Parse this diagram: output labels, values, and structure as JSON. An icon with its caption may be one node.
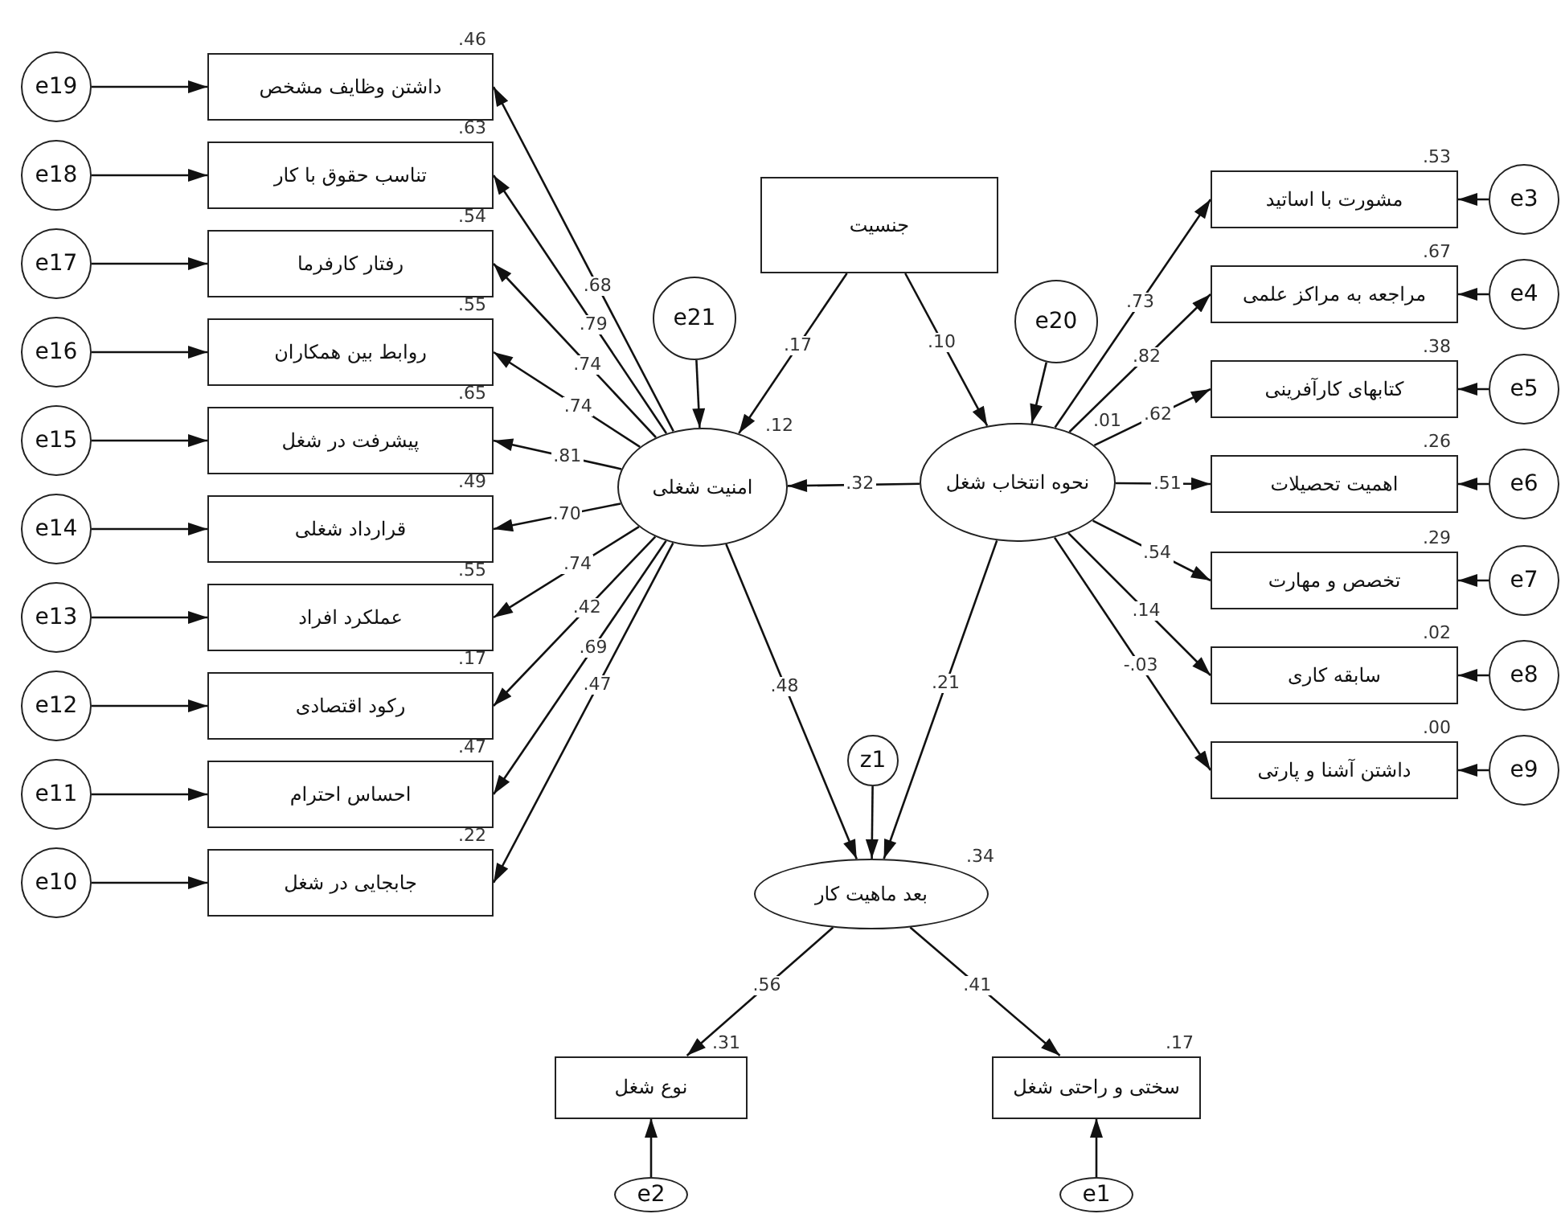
{
  "diagram": {
    "nodes": [
      {
        "text": [
          "داشتن وظایف مشخص"
        ],
        "beside": [
          ".46"
        ]
      },
      {
        "text": [
          "تناسب حقوق با کار"
        ],
        "beside": [
          ".63"
        ]
      },
      {
        "text": [
          "رفتار کارفرما"
        ],
        "beside": [
          ".54"
        ]
      },
      {
        "text": [
          "روابط بین همکاران"
        ],
        "beside": [
          ".55"
        ]
      },
      {
        "text": [
          "پیشرفت در شغل"
        ],
        "beside": [
          ".65"
        ]
      },
      {
        "text": [
          "قرارداد شغلی"
        ],
        "beside": [
          ".49"
        ]
      },
      {
        "text": [
          "عملکرد افراد"
        ],
        "beside": [
          ".55"
        ]
      },
      {
        "text": [
          "رکود اقتصادی"
        ],
        "beside": [
          ".17"
        ]
      },
      {
        "text": [
          "احساس احترام"
        ],
        "beside": [
          ".47"
        ]
      },
      {
        "text": [
          "جابجایی در شغل"
        ],
        "beside": [
          ".22"
        ]
      },
      {
        "text": [
          "e19"
        ]
      },
      {
        "text": [
          "e18"
        ]
      },
      {
        "text": [
          "e17"
        ]
      },
      {
        "text": [
          "e16"
        ]
      },
      {
        "text": [
          "e15"
        ]
      },
      {
        "text": [
          "e14"
        ]
      },
      {
        "text": [
          "e13"
        ]
      },
      {
        "text": [
          "e12"
        ]
      },
      {
        "text": [
          "e11"
        ]
      },
      {
        "text": [
          "e10"
        ]
      },
      {
        "text": [
          "جنسیت"
        ]
      },
      {
        "text": [
          "e21"
        ]
      },
      {
        "text": [
          "امنیت شغلی"
        ],
        "beside": [
          ".12"
        ]
      },
      {
        "text": [
          "e20"
        ]
      },
      {
        "text": [
          "نحوه انتخاب شغل"
        ],
        "beside": [
          ".01"
        ]
      },
      {
        "text": [
          "مشورت با اساتید"
        ],
        "beside": [
          ".53"
        ]
      },
      {
        "text": [
          "مراجعه به مراکز علمی"
        ],
        "beside": [
          ".67"
        ]
      },
      {
        "text": [
          "کتابهای کارآفرینی"
        ],
        "beside": [
          ".38"
        ]
      },
      {
        "text": [
          "اهمیت تحصیلات"
        ],
        "beside": [
          ".26"
        ]
      },
      {
        "text": [
          "تخصص و مهارت"
        ],
        "beside": [
          ".29"
        ]
      },
      {
        "text": [
          "سابقه کاری"
        ],
        "beside": [
          ".02"
        ]
      },
      {
        "text": [
          "داشتن آشنا و پارتی"
        ],
        "beside": [
          ".00"
        ]
      },
      {
        "text": [
          "e3"
        ]
      },
      {
        "text": [
          "e4"
        ]
      },
      {
        "text": [
          "e5"
        ]
      },
      {
        "text": [
          "e6"
        ]
      },
      {
        "text": [
          "e7"
        ]
      },
      {
        "text": [
          "e8"
        ]
      },
      {
        "text": [
          "e9"
        ]
      },
      {
        "text": [
          "z1"
        ]
      },
      {
        "text": [
          "بعد ماهیت کار"
        ],
        "beside": [
          ".34"
        ]
      },
      {
        "text": [
          "نوع شغل"
        ],
        "beside": [
          ".31"
        ]
      },
      {
        "text": [
          "سختی و راحتی شغل"
        ],
        "beside": [
          ".17"
        ]
      },
      {
        "text": [
          "e2"
        ]
      },
      {
        "text": [
          "e1"
        ]
      }
    ],
    "edges": [
      {
        "from": 10,
        "to": 0,
        "arrow": "to"
      },
      {
        "from": 11,
        "to": 1,
        "arrow": "to"
      },
      {
        "from": 12,
        "to": 2,
        "arrow": "to"
      },
      {
        "from": 13,
        "to": 3,
        "arrow": "to"
      },
      {
        "from": 14,
        "to": 4,
        "arrow": "to"
      },
      {
        "from": 15,
        "to": 5,
        "arrow": "to"
      },
      {
        "from": 16,
        "to": 6,
        "arrow": "to"
      },
      {
        "from": 17,
        "to": 7,
        "arrow": "to"
      },
      {
        "from": 18,
        "to": 8,
        "arrow": "to"
      },
      {
        "from": 19,
        "to": 9,
        "arrow": "to"
      },
      {
        "from": 22,
        "to": 0,
        "arrow": "to",
        "label": ".68"
      },
      {
        "from": 22,
        "to": 1,
        "arrow": "to",
        "label": ".79"
      },
      {
        "from": 22,
        "to": 2,
        "arrow": "to",
        "label": ".74"
      },
      {
        "from": 22,
        "to": 3,
        "arrow": "to",
        "label": ".74"
      },
      {
        "from": 22,
        "to": 4,
        "arrow": "to",
        "label": ".81"
      },
      {
        "from": 22,
        "to": 5,
        "arrow": "to",
        "label": ".70"
      },
      {
        "from": 22,
        "to": 6,
        "arrow": "to",
        "label": ".74"
      },
      {
        "from": 22,
        "to": 7,
        "arrow": "to",
        "label": ".42"
      },
      {
        "from": 22,
        "to": 8,
        "arrow": "to",
        "label": ".69"
      },
      {
        "from": 22,
        "to": 9,
        "arrow": "to",
        "label": ".47"
      },
      {
        "from": 20,
        "to": 22,
        "arrow": "to",
        "label": ".17"
      },
      {
        "from": 21,
        "to": 22,
        "arrow": "to"
      },
      {
        "from": 20,
        "to": 24,
        "arrow": "to",
        "label": ".10"
      },
      {
        "from": 23,
        "to": 24,
        "arrow": "to"
      },
      {
        "from": 24,
        "to": 22,
        "arrow": "to",
        "label": ".32"
      },
      {
        "from": 24,
        "to": 25,
        "arrow": "to",
        "label": ".73"
      },
      {
        "from": 24,
        "to": 26,
        "arrow": "to",
        "label": ".82"
      },
      {
        "from": 24,
        "to": 27,
        "arrow": "to",
        "label": ".62"
      },
      {
        "from": 24,
        "to": 28,
        "arrow": "to",
        "label": ".51"
      },
      {
        "from": 24,
        "to": 29,
        "arrow": "to",
        "label": ".54"
      },
      {
        "from": 24,
        "to": 30,
        "arrow": "to",
        "label": ".14"
      },
      {
        "from": 24,
        "to": 31,
        "arrow": "to",
        "label": "-.03"
      },
      {
        "from": 32,
        "to": 25,
        "arrow": "to"
      },
      {
        "from": 33,
        "to": 26,
        "arrow": "to"
      },
      {
        "from": 34,
        "to": 27,
        "arrow": "to"
      },
      {
        "from": 35,
        "to": 28,
        "arrow": "to"
      },
      {
        "from": 36,
        "to": 29,
        "arrow": "to"
      },
      {
        "from": 37,
        "to": 30,
        "arrow": "to"
      },
      {
        "from": 38,
        "to": 31,
        "arrow": "to"
      },
      {
        "from": 22,
        "to": 40,
        "arrow": "to",
        "label": ".48"
      },
      {
        "from": 24,
        "to": 40,
        "arrow": "to",
        "label": ".21"
      },
      {
        "from": 39,
        "to": 40,
        "arrow": "to"
      },
      {
        "from": 40,
        "to": 41,
        "arrow": "to",
        "label": ".56"
      },
      {
        "from": 40,
        "to": 42,
        "arrow": "to",
        "label": ".41"
      },
      {
        "from": 43,
        "to": 41,
        "arrow": "to"
      },
      {
        "from": 44,
        "to": 42,
        "arrow": "to"
      }
    ]
  }
}
